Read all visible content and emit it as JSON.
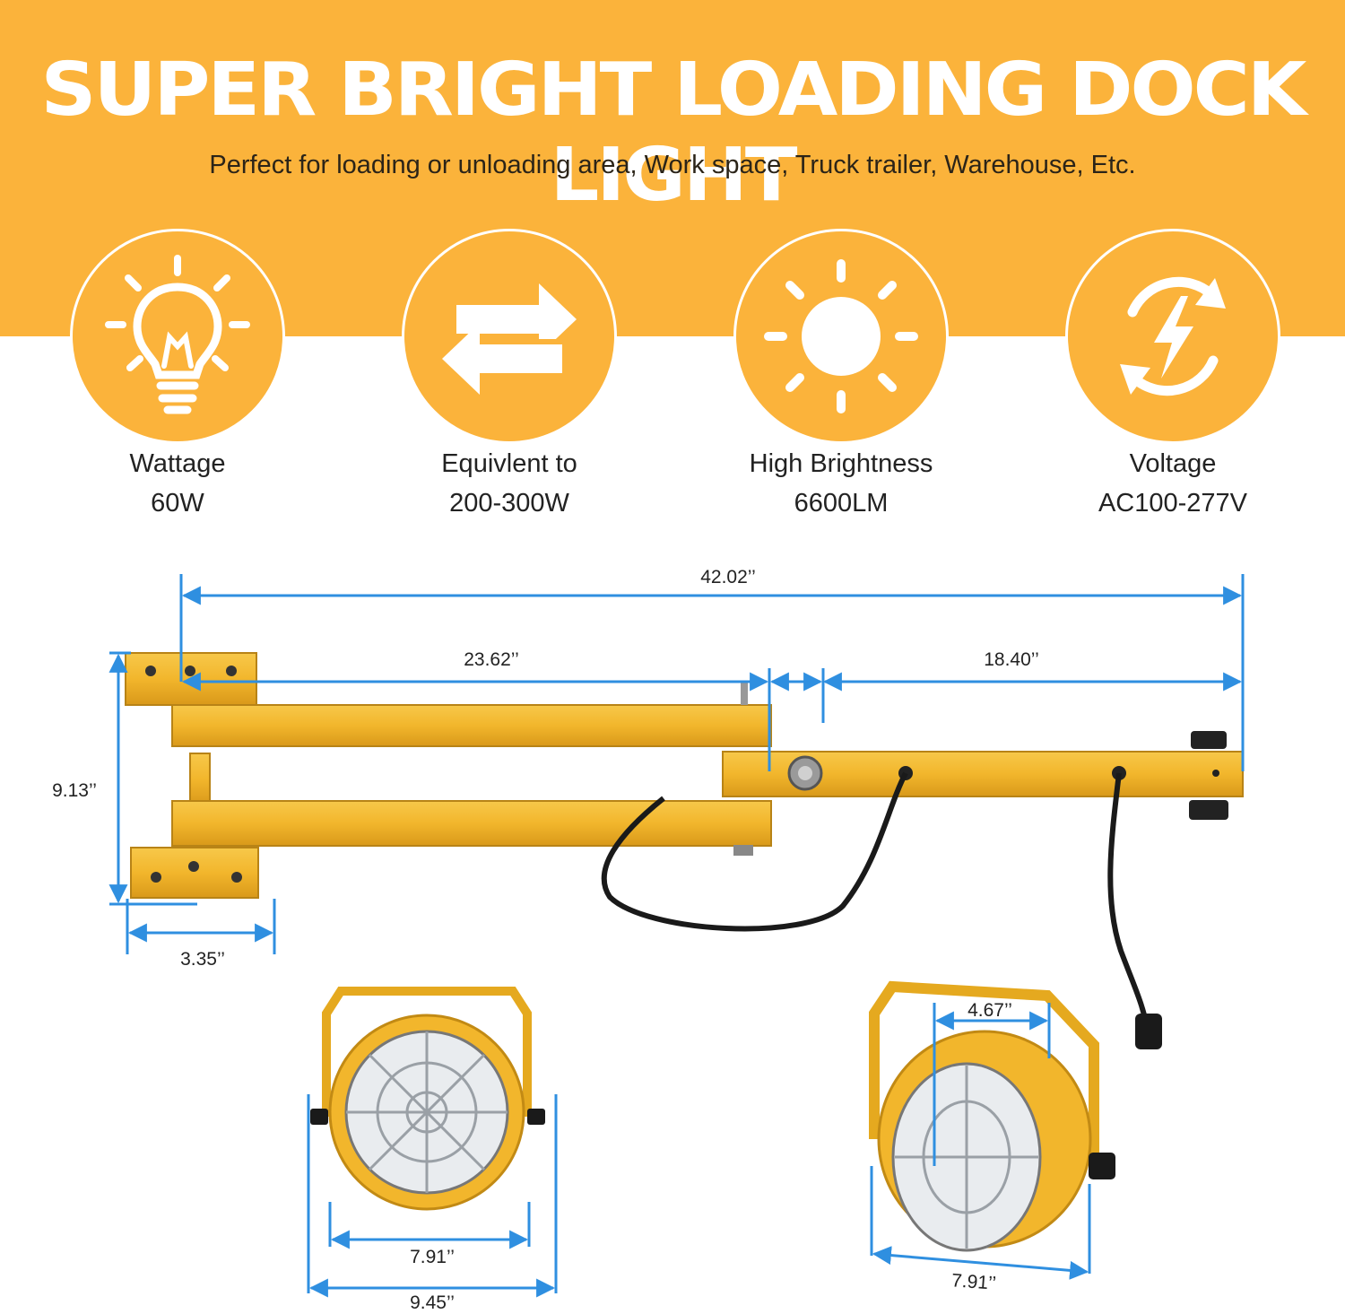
{
  "header": {
    "title": "SUPER BRIGHT LOADING DOCK LIGHT",
    "subtitle": "Perfect for loading or unloading area, Work space, Truck trailer, Warehouse, Etc."
  },
  "features": [
    {
      "icon": "light-bulb-icon",
      "label": "Wattage",
      "value": "60W"
    },
    {
      "icon": "swap-arrows-icon",
      "label": "Equivlent to",
      "value": "200-300W"
    },
    {
      "icon": "sun-icon",
      "label": "High Brightness",
      "value": "6600LM"
    },
    {
      "icon": "power-cycle-icon",
      "label": "Voltage",
      "value": "AC100-277V"
    }
  ],
  "dimensions": {
    "total_length": "42.02’’",
    "inner_arm": "23.62’’",
    "outer_arm": "18.40’’",
    "height": "9.13’’",
    "bracket_width": "3.35’’",
    "lamp_front_inner": "7.91’’",
    "lamp_front_outer": "9.45’’",
    "lamp_side_depth": "4.67’’",
    "lamp_side_diameter": "7.91’’"
  },
  "colors": {
    "brand_orange": "#FBB33B",
    "arm_yellow": "#F2B62C",
    "dimension_blue": "#2F8FE0"
  }
}
